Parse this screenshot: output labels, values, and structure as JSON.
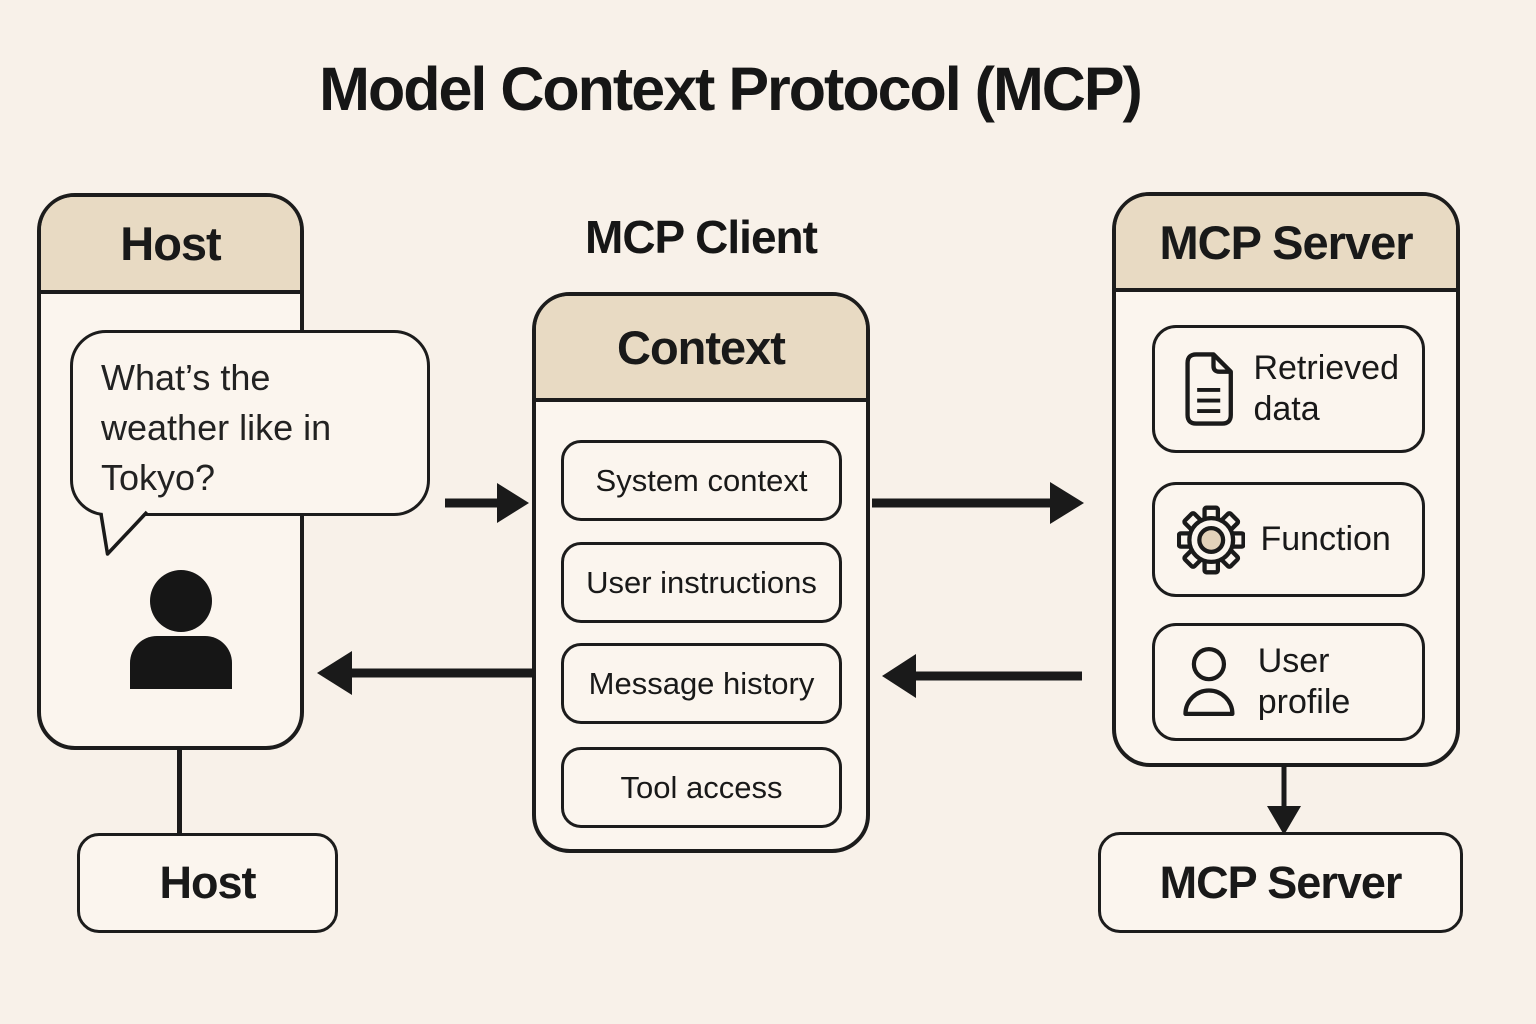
{
  "title": "Model Context Protocol (MCP)",
  "colors": {
    "background": "#f8f1e9",
    "panel_fill": "#fbf5ee",
    "header_tan": "#e8dac3",
    "line_dark": "#1a1a1a",
    "gear_center_tan": "#e3d3ba"
  },
  "host_panel": {
    "header": "Host",
    "bubble": {
      "text": "What's the weather like in Tokyo?",
      "line1": "What’s the",
      "line2": "weather like in",
      "line3": "Tokyo?"
    },
    "icon": "person-icon"
  },
  "host_box": {
    "label": "Host"
  },
  "client": {
    "label": "MCP Client",
    "panel_header": "Context",
    "items": [
      "System context",
      "User instructions",
      "Message history",
      "Tool access"
    ]
  },
  "server_panel": {
    "header": "MCP Server",
    "items": [
      {
        "icon": "document-icon",
        "label": "Retrieved data"
      },
      {
        "icon": "gear-icon",
        "label": "Function"
      },
      {
        "icon": "user-icon",
        "label": "User profile"
      }
    ]
  },
  "server_box": {
    "label": "MCP Server"
  },
  "arrows": [
    "host-to-client",
    "client-to-server",
    "server-to-client",
    "client-to-host",
    "server-panel-to-server-box",
    "host-panel-to-host-box"
  ]
}
